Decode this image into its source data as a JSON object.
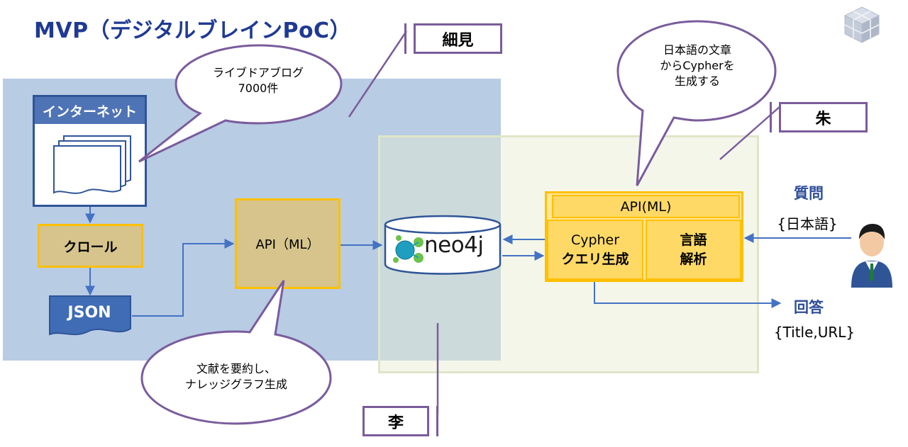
{
  "title": "MVP（デジタルブレインPoC）",
  "internet": {
    "label": "インターネット"
  },
  "crawl": {
    "label": "クロール"
  },
  "json_doc": {
    "label": "JSON"
  },
  "api_left": {
    "label": "API（ML）"
  },
  "neo4j": {
    "label": "neo4j"
  },
  "engine": {
    "header": "API(ML)",
    "cypher_line1": "Cypher",
    "cypher_line2": "クエリ生成",
    "lang_line1": "言語",
    "lang_line2": "解析"
  },
  "question": {
    "title": "質問",
    "value": "{日本語}"
  },
  "answer": {
    "title": "回答",
    "value": "{Title,URL}"
  },
  "bubbles": {
    "blog_line1": "ライブドアブログ",
    "blog_line2": "7000件",
    "summary_line1": "文献を要約し、",
    "summary_line2": "ナレッジグラフ生成",
    "cypher_line1": "日本語の文章",
    "cypher_line2": "からCypherを",
    "cypher_line3": "生成する"
  },
  "members": {
    "hosomi": "細見",
    "zhu": "朱",
    "li": "李"
  },
  "colors": {
    "title": "#1f3a93",
    "region_blue": "#b8cce4",
    "accent_gold": "#ffc000",
    "bubble_border": "#7a5c9c",
    "arrow": "#4472c4"
  }
}
